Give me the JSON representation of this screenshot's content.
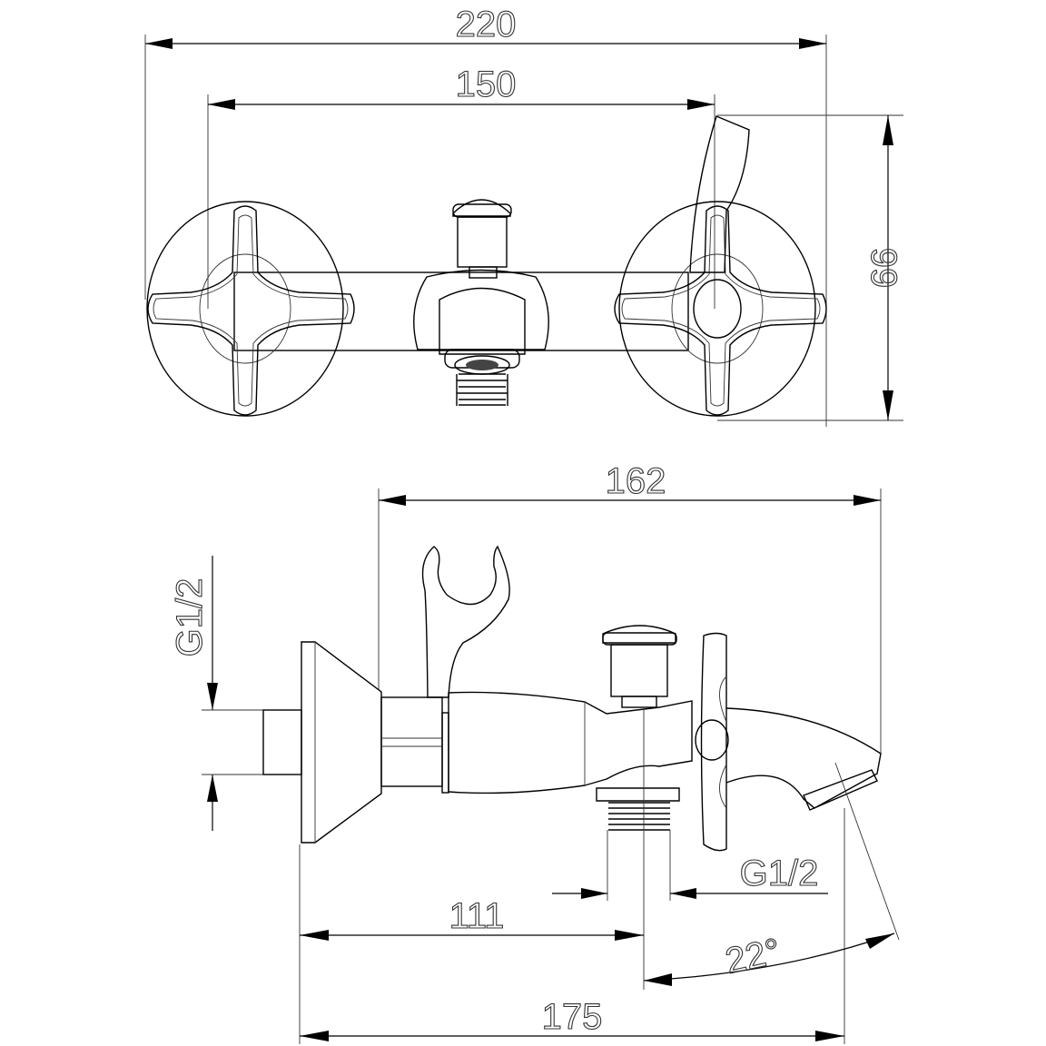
{
  "drawing": {
    "title": "Bath / shower mixer technical drawing",
    "line_color": "#000000",
    "background": "#ffffff",
    "front_view": {
      "dimensions": {
        "overall_width": "220",
        "center_distance": "150",
        "height": "99"
      }
    },
    "side_view": {
      "dimensions": {
        "depth_top": "162",
        "inlet_thread": "G1/2",
        "outlet_thread": "G1/2",
        "outlet_offset": "111",
        "overall_depth": "175",
        "spout_angle": "22°"
      }
    }
  }
}
